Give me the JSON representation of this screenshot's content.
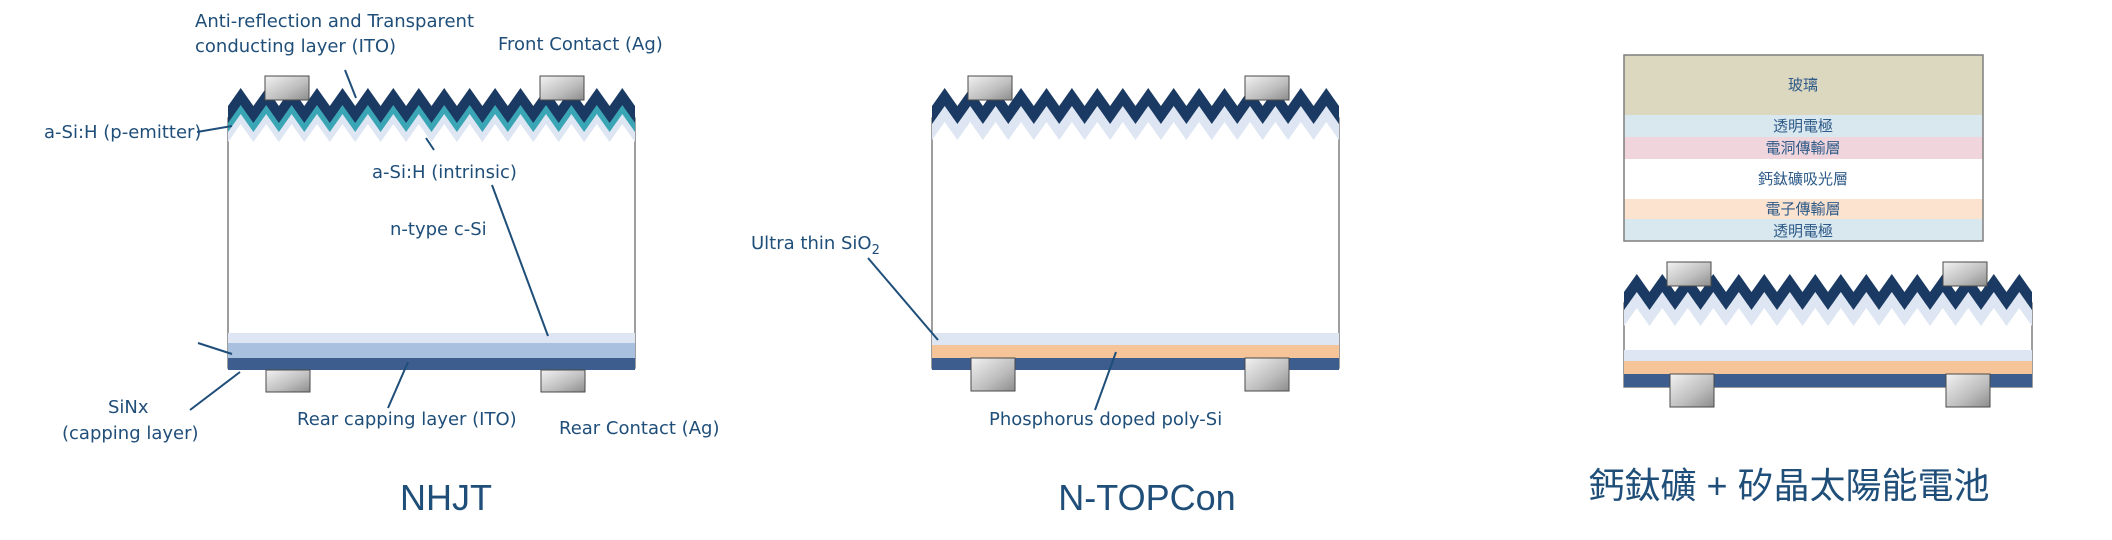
{
  "diagrams": {
    "nhjt": {
      "title": "NHJT",
      "labels": {
        "ar_tco": [
          "Anti-reflection and Transparent",
          "conducting layer (ITO)"
        ],
        "front_contact": "Front Contact (Ag)",
        "p_emitter": "a-Si:H (p-emitter)",
        "intrinsic": "a-Si:H (intrinsic)",
        "substrate": "n-type c-Si",
        "capping": [
          "SiNx",
          "(capping layer)"
        ],
        "rear_capping": "Rear capping layer (ITO)",
        "rear_contact": "Rear Contact (Ag)"
      }
    },
    "topcon": {
      "title": "N-TOPCon",
      "labels": {
        "oxide": "Ultra thin SiO",
        "oxide_sub": "2",
        "poly": "Phosphorus doped poly-Si"
      }
    },
    "tandem": {
      "title": "鈣鈦礦 + 矽晶太陽能電池",
      "perovskite_stack": [
        "玻璃",
        "透明電極",
        "電洞傳輸層",
        "鈣鈦礦吸光層",
        "電子傳輸層",
        "透明電極"
      ]
    }
  },
  "colors": {
    "navy": "#1b3a63",
    "teal": "#3aa5b5",
    "ice": "#dde6f2",
    "blue_capping": "#a9c0df",
    "rear_ito": "#3d5d8e",
    "orange": "#f6c499",
    "glass": "#dcd7bf",
    "tco": "#d9e8ef",
    "htl": "#f0d6dc",
    "etl": "#fce3cf",
    "text": "#1f4e79"
  }
}
